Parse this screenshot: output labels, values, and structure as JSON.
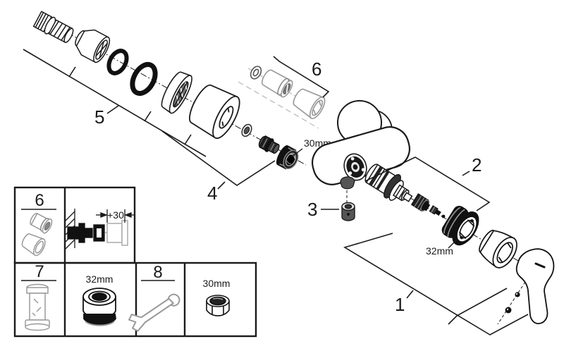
{
  "colors": {
    "ink": "#1a1a1a",
    "gray": "#9a9a9a",
    "background": "#ffffff"
  },
  "callouts": {
    "c1": "1",
    "c2": "2",
    "c3": "3",
    "c4": "4",
    "c5": "5",
    "c6": "6"
  },
  "dimensions": {
    "nut_30mm": "30mm",
    "ring_32mm": "32mm"
  },
  "legend": {
    "kit6": "6",
    "install_offset": "+30",
    "tool7": "7",
    "ring_dim": "32mm",
    "tool8": "8",
    "nut_dim": "30mm"
  }
}
